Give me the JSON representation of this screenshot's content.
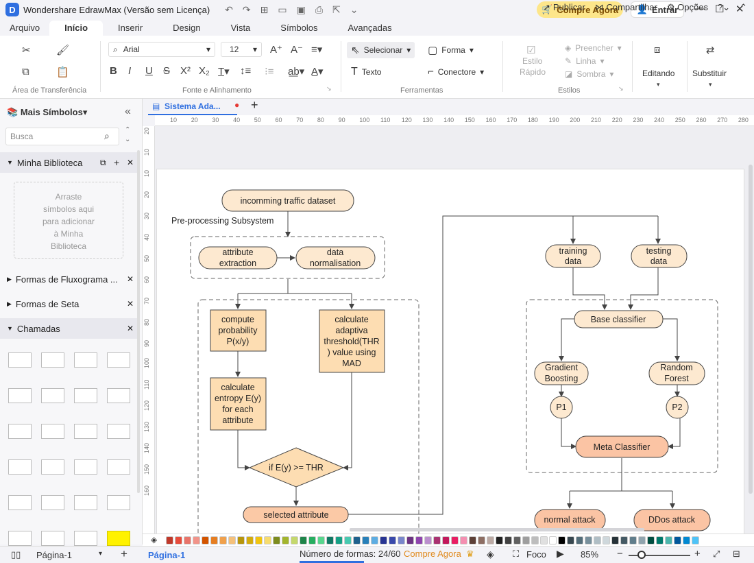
{
  "app": {
    "logo": "D",
    "title": "Wondershare EdrawMax (Versão sem Licença)"
  },
  "titlebar": {
    "buy_label": "Compre Agora",
    "login_label": "Entrar"
  },
  "menu": {
    "tabs": [
      "Arquivo",
      "Início",
      "Inserir",
      "Design",
      "Vista",
      "Símbolos",
      "Avançadas"
    ],
    "publish": "Publicar",
    "share": "Compartilhar",
    "options": "Opções"
  },
  "ribbon": {
    "clipboard_label": "Área de Transferência",
    "font_name": "Arial",
    "font_size": "12",
    "font_label": "Fonte e Alinhamento",
    "select": "Selecionar",
    "shape": "Forma",
    "text": "Texto",
    "connector": "Conectore",
    "tools_label": "Ferramentas",
    "quick_style_1": "Estilo",
    "quick_style_2": "Rápido",
    "fill": "Preencher",
    "line": "Linha",
    "shadow": "Sombra",
    "styles_label": "Estilos",
    "editing": "Editando",
    "replace": "Substituir"
  },
  "sidebar": {
    "title": "Mais Símbolos",
    "search_placeholder": "Busca",
    "library": "Minha Biblioteca",
    "drop_hint_lines": [
      "Arraste",
      "símbolos aqui",
      "para adicionar",
      "à Minha",
      "Biblioteca"
    ],
    "sections": [
      "Formas de Fluxograma ...",
      "Formas de Seta",
      "Chamadas"
    ]
  },
  "document": {
    "tab": "Sistema Ada..."
  },
  "rulers": {
    "h": [
      "10",
      "20",
      "30",
      "40",
      "50",
      "60",
      "70",
      "80",
      "90",
      "100",
      "110",
      "120",
      "130",
      "140",
      "150",
      "160",
      "170",
      "180",
      "190",
      "200",
      "210",
      "220",
      "230",
      "240",
      "250",
      "260",
      "270",
      "280"
    ],
    "v": [
      "20",
      "10",
      "10",
      "20",
      "30",
      "40",
      "50",
      "60",
      "70",
      "80",
      "90",
      "100",
      "110",
      "120",
      "130",
      "140",
      "150",
      "160"
    ]
  },
  "diagram": {
    "n_dataset": "incomming traffic dataset",
    "label_pre": "Pre-processing Subsystem",
    "n_attr": [
      "attribute",
      "extraction"
    ],
    "n_norm": [
      "data",
      "normalisation"
    ],
    "n_prob": [
      "compute",
      "probability",
      "P(x/y)"
    ],
    "n_thr": [
      "calculate",
      "adaptiva",
      "threshold(THR",
      ") value using",
      "MAD"
    ],
    "n_entropy": [
      "calculate",
      "entropy E(y)",
      "for each",
      "attribute"
    ],
    "n_if": "if E(y) >= THR",
    "n_selected": "selected attribute",
    "n_training": [
      "training",
      "data"
    ],
    "n_testing": [
      "testing",
      "data"
    ],
    "n_base": "Base classifier",
    "n_gb": [
      "Gradient",
      "Boosting"
    ],
    "n_rf": [
      "Random",
      "Forest"
    ],
    "n_p1": "P1",
    "n_p2": "P2",
    "n_meta": "Meta Classifier",
    "n_normal": "normal attack",
    "n_ddos": "DDos attack"
  },
  "colors": {
    "terminal_fill": "#fde9d0",
    "process_fill": "#fdddb2",
    "meta_fill": "#fbc4a4",
    "stroke": "#444444",
    "accent": "#2f6fe0"
  },
  "palette": [
    "#c0392b",
    "#e74c3c",
    "#e8746a",
    "#f1948a",
    "#d35400",
    "#e67e22",
    "#f0a04b",
    "#f5c07a",
    "#b7950b",
    "#d4ac0d",
    "#f1c40f",
    "#f7dc6f",
    "#7d8c1e",
    "#a3b52e",
    "#c5d86d",
    "#1e8449",
    "#27ae60",
    "#58d68d",
    "#117864",
    "#16a085",
    "#48c9b0",
    "#1f618d",
    "#2980b9",
    "#5dade2",
    "#283593",
    "#3949ab",
    "#7986cb",
    "#6c3483",
    "#8e44ad",
    "#bb8fce",
    "#a93271",
    "#c2185b",
    "#e91e63",
    "#f48fb1",
    "#5d4037",
    "#8d6e63",
    "#bcaaa4",
    "#212121",
    "#424242",
    "#616161",
    "#9e9e9e",
    "#bdbdbd",
    "#e0e0e0",
    "#ffffff",
    "#000000",
    "#37474f",
    "#546e7a",
    "#78909c",
    "#b0bec5",
    "#cfd8dc",
    "#263238",
    "#455a64",
    "#607d8b",
    "#90a4ae",
    "#004d40",
    "#00796b",
    "#4db6ac",
    "#01579b",
    "#0288d1",
    "#4fc3f7"
  ],
  "status": {
    "page_selector": "Página-1",
    "active_page": "Página-1",
    "shape_count": "Número de formas: 24/60",
    "buy": "Compre Agora",
    "focus": "Foco",
    "zoom": "85%"
  }
}
